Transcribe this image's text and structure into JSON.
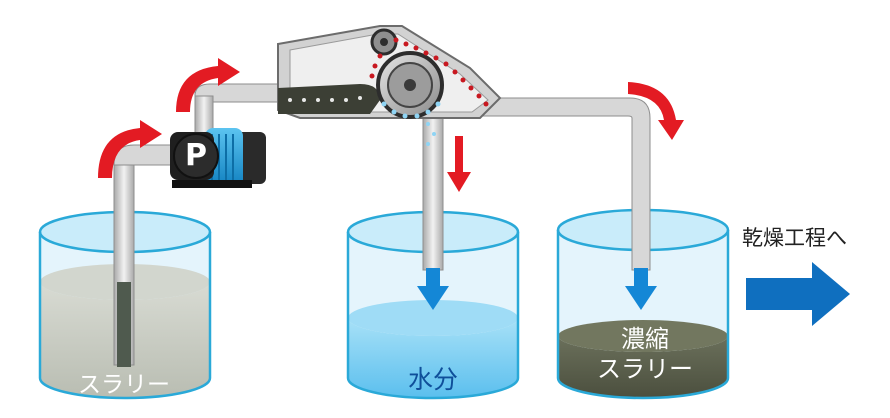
{
  "labels": {
    "slurry": "スラリー",
    "water": "水分",
    "concentrated_line1": "濃縮",
    "concentrated_line2": "スラリー",
    "drying": "乾燥工程へ"
  },
  "pump": {
    "letter": "P"
  },
  "colors": {
    "tank_rim": "#2aa9d8",
    "tank_fill": "#dff2fb",
    "water": "#6cc8ef",
    "slurry_liquid": "#c7ccc2",
    "concentrate_liquid": "#5a5f4b",
    "flow_arrow_red": "#e31b23",
    "flow_arrow_blue": "#1487d6",
    "big_arrow": "#0f6fbf",
    "pipe": "#c4c4c4",
    "machine_gray": "#9a9a9a",
    "pump_blue": "#1aa0df",
    "pump_black": "#2a2a2a"
  },
  "icons": [
    "red-curved-arrow",
    "red-down-arrow",
    "blue-down-arrow",
    "big-right-arrow",
    "pump",
    "filter-drum"
  ]
}
